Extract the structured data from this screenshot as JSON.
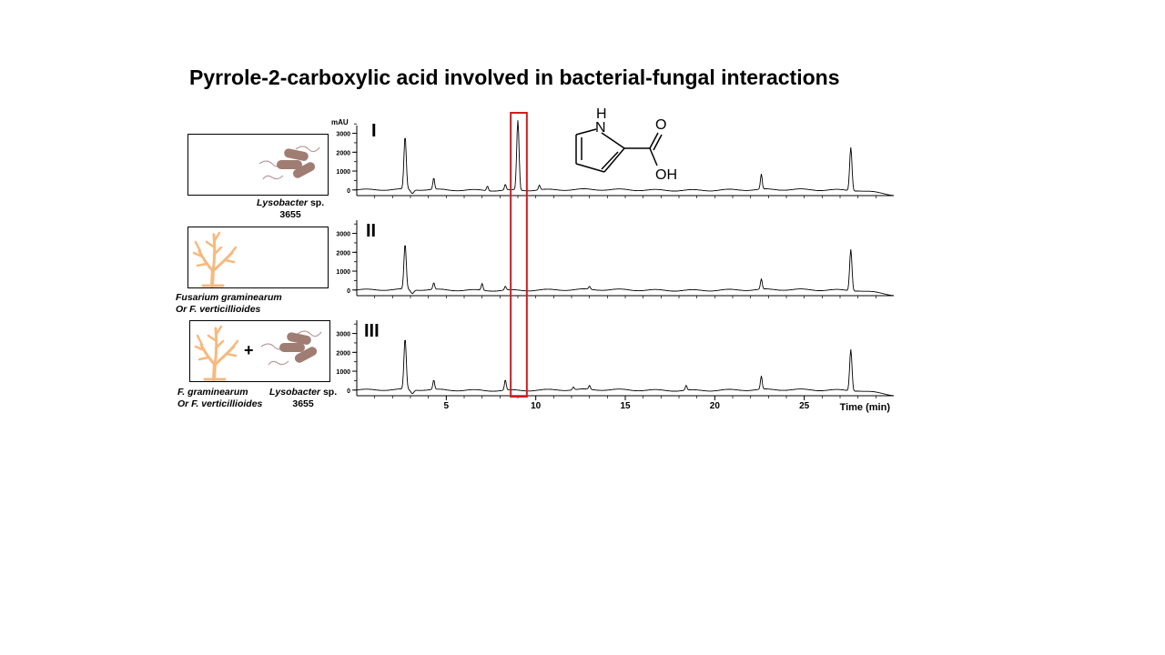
{
  "page_title": "Pyrrole-2-carboxylic acid involved in bacterial-fungal interactions",
  "colors": {
    "trace": "#000000",
    "highlight": "#d9191c",
    "fungus": "#f6b97f",
    "bacteria": "#a07d72",
    "flagella": "#b99a9f"
  },
  "samples": [
    {
      "id": "I",
      "caption_lines": [
        {
          "italic": "Lysobacter",
          "plain": " sp."
        },
        {
          "italic": "",
          "plain": "3655"
        }
      ],
      "icons": [
        "bacteria-icon"
      ]
    },
    {
      "id": "II",
      "caption_lines": [
        {
          "italic": "Fusarium graminearum",
          "plain": ""
        },
        {
          "italic": "Or F. verticillioides",
          "plain": ""
        }
      ],
      "icons": [
        "fungus-icon"
      ]
    },
    {
      "id": "III",
      "caption_left": [
        {
          "italic": "F. graminearum",
          "plain": ""
        },
        {
          "italic": "Or F. verticillioides",
          "plain": ""
        }
      ],
      "caption_right": [
        {
          "italic": "Lysobacter",
          "plain": " sp."
        },
        {
          "italic": "",
          "plain": "3655"
        }
      ],
      "plus": "+",
      "icons": [
        "fungus-icon",
        "bacteria-icon"
      ]
    }
  ],
  "molecule": {
    "nh_label": "N",
    "h_label": "H",
    "o_label": "O",
    "oh_label": "OH"
  },
  "chart_data": {
    "type": "line",
    "xlabel": "Time  (min)",
    "x_ticks": [
      5,
      10,
      15,
      20,
      25
    ],
    "xlim": [
      0,
      30
    ],
    "ylabel": "mAU",
    "y_ticks": [
      0,
      1000,
      2000,
      3000
    ],
    "highlight_x_range": [
      8.6,
      9.5
    ],
    "series": [
      {
        "name": "I",
        "ylim": [
          -300,
          3800
        ],
        "baseline": 0,
        "peaks": [
          [
            2.7,
            2800
          ],
          [
            4.3,
            600
          ],
          [
            7.3,
            250
          ],
          [
            8.3,
            300
          ],
          [
            9.0,
            3700
          ],
          [
            10.2,
            250
          ],
          [
            22.6,
            800
          ],
          [
            27.6,
            2300
          ]
        ]
      },
      {
        "name": "II",
        "ylim": [
          -300,
          3800
        ],
        "baseline": 0,
        "peaks": [
          [
            2.7,
            2400
          ],
          [
            4.3,
            350
          ],
          [
            7.0,
            350
          ],
          [
            8.3,
            200
          ],
          [
            13.0,
            150
          ],
          [
            22.6,
            550
          ],
          [
            27.6,
            2200
          ]
        ]
      },
      {
        "name": "III",
        "ylim": [
          -300,
          3800
        ],
        "baseline": 0,
        "peaks": [
          [
            2.7,
            2700
          ],
          [
            4.3,
            500
          ],
          [
            8.3,
            550
          ],
          [
            12.1,
            150
          ],
          [
            13.0,
            200
          ],
          [
            18.4,
            250
          ],
          [
            22.6,
            700
          ],
          [
            27.6,
            2200
          ]
        ]
      }
    ]
  }
}
